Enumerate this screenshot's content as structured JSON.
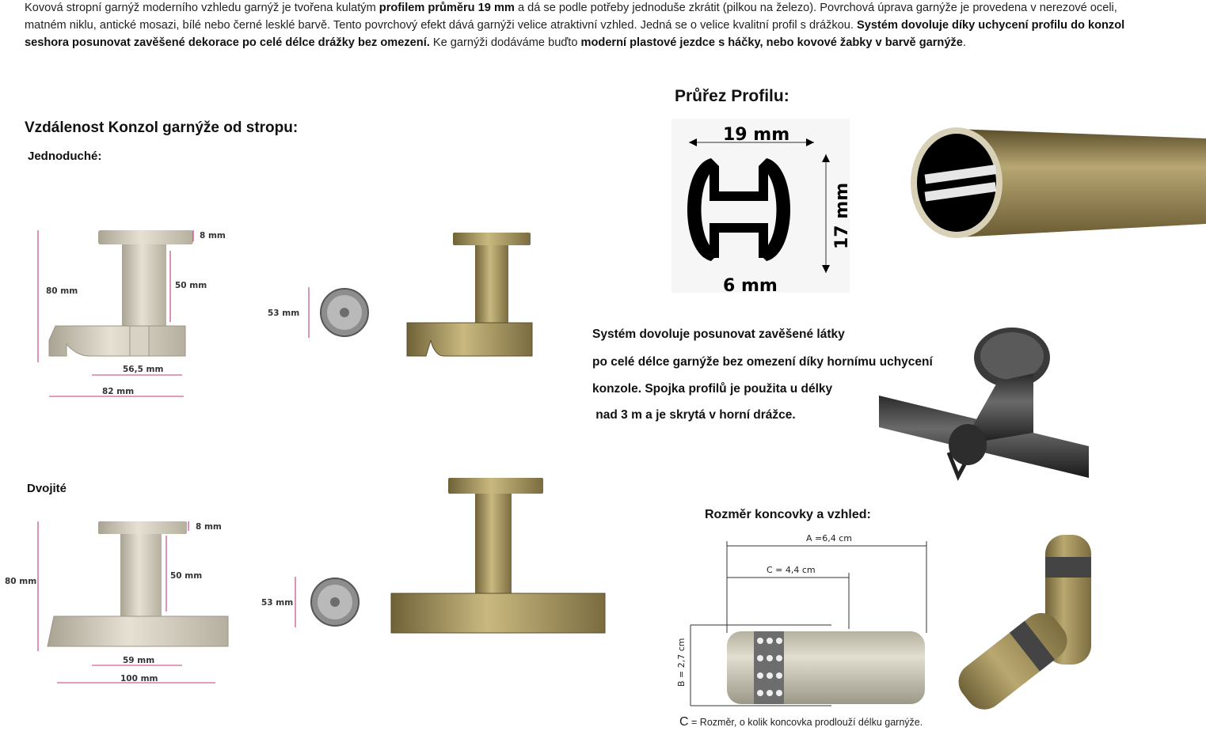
{
  "intro": {
    "p1": "Kovová stropní garnýž moderního vzhledu garnýž je tvořena kulatým ",
    "p2": "profilem průměru 19 mm",
    "p3": " a dá se podle potřeby jednoduše zkrátit (pilkou na železo). Povrchová úprava garnýže je provedena v nerezové oceli, matném niklu, antické mosazi, bílé nebo černé lesklé barvě. Tento povrchový efekt dává garnýži velice atraktivní vzhled. Jedná se o velice kvalitní profil s drážkou. ",
    "p4": "Systém dovoluje díky uchycení profilu do konzol seshora posunovat zavěšené dekorace po celé délce drážky bez omezení.",
    "p5": " Ke garnýži dodáváme buďto ",
    "p6": "moderní plastové jezdce s háčky, nebo kovové žabky v barvě garnýže",
    "p7": "."
  },
  "brackets": {
    "heading": "Vzdálenost Konzol garnýže od stropu:",
    "single": {
      "label": "Jednoduché:",
      "dims": {
        "top": "8 mm",
        "height": "80 mm",
        "stem": "50 mm",
        "inner": "56,5 mm",
        "width": "82 mm",
        "plate": "53 mm"
      }
    },
    "double": {
      "label": "Dvojité",
      "dims": {
        "top": "8 mm",
        "height": "80 mm",
        "stem": "50 mm",
        "inner": "59 mm",
        "width": "100 mm",
        "plate": "53 mm"
      }
    }
  },
  "profile": {
    "heading": "Průřez Profilu:",
    "width": "19 mm",
    "height": "17 mm",
    "slot": "6 mm"
  },
  "system": {
    "lines": [
      "Systém dovoluje posunovat zavěšené látky",
      "po celé délce garnýže bez omezení díky hornímu uchycení",
      "konzole. Spojka profilů je použita u délky",
      " nad 3 m a je skrytá v horní drážce."
    ]
  },
  "endcap": {
    "heading": "Rozměr koncovky a vzhled:",
    "a": "A =6,4 cm",
    "c": "C = 4,4 cm",
    "b": "B = 2,7 cm",
    "note_letter": "C",
    "note": " = Rozměr, o kolik koncovka prodlouží délku garnýže."
  },
  "colors": {
    "nickel": "#c9c3b3",
    "brass": "#9a8a55",
    "dim_line": "#c23b7a",
    "black": "#111111"
  }
}
